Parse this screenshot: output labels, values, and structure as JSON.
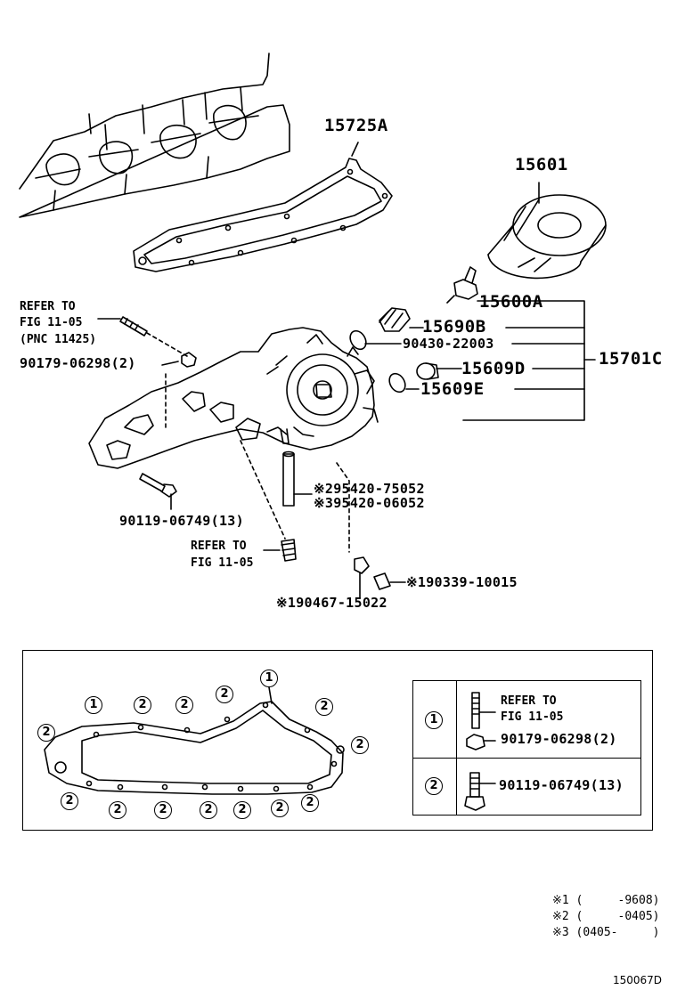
{
  "labels": {
    "p15725A": "15725A",
    "p15601": "15601",
    "p15600A": "15600A",
    "p15690B": "15690B",
    "p90430": "90430-22003",
    "p15701C": "15701C",
    "p15609D": "15609D",
    "p15609E": "15609E",
    "refer1_l1": "REFER TO",
    "refer1_l2": "FIG 11-05",
    "refer1_l3": "(PNC 11425)",
    "p90179": "90179-06298(2)",
    "p95420a": "※295420-75052",
    "p95420b": "※395420-06052",
    "p90119": "90119-06749(13)",
    "refer2_l1": "REFER TO",
    "refer2_l2": "FIG 11-05",
    "p90339": "※190339-10015",
    "p90467": "※190467-15022"
  },
  "inset": {
    "gasket_markers": [
      "1",
      "2",
      "2",
      "2",
      "1",
      "2",
      "2",
      "2",
      "2",
      "2",
      "2",
      "2",
      "2",
      "2",
      "2",
      "2"
    ],
    "legend": [
      {
        "key": "1",
        "line1": "REFER TO",
        "line2": "FIG 11-05",
        "line3": "90179-06298(2)"
      },
      {
        "key": "2",
        "line1": "90119-06749(13)"
      }
    ]
  },
  "notes": {
    "n1": "※1 (     -9608)",
    "n2": "※2 (     -0405)",
    "n3": "※3 (0405-     )"
  },
  "figure_code": "150067D"
}
